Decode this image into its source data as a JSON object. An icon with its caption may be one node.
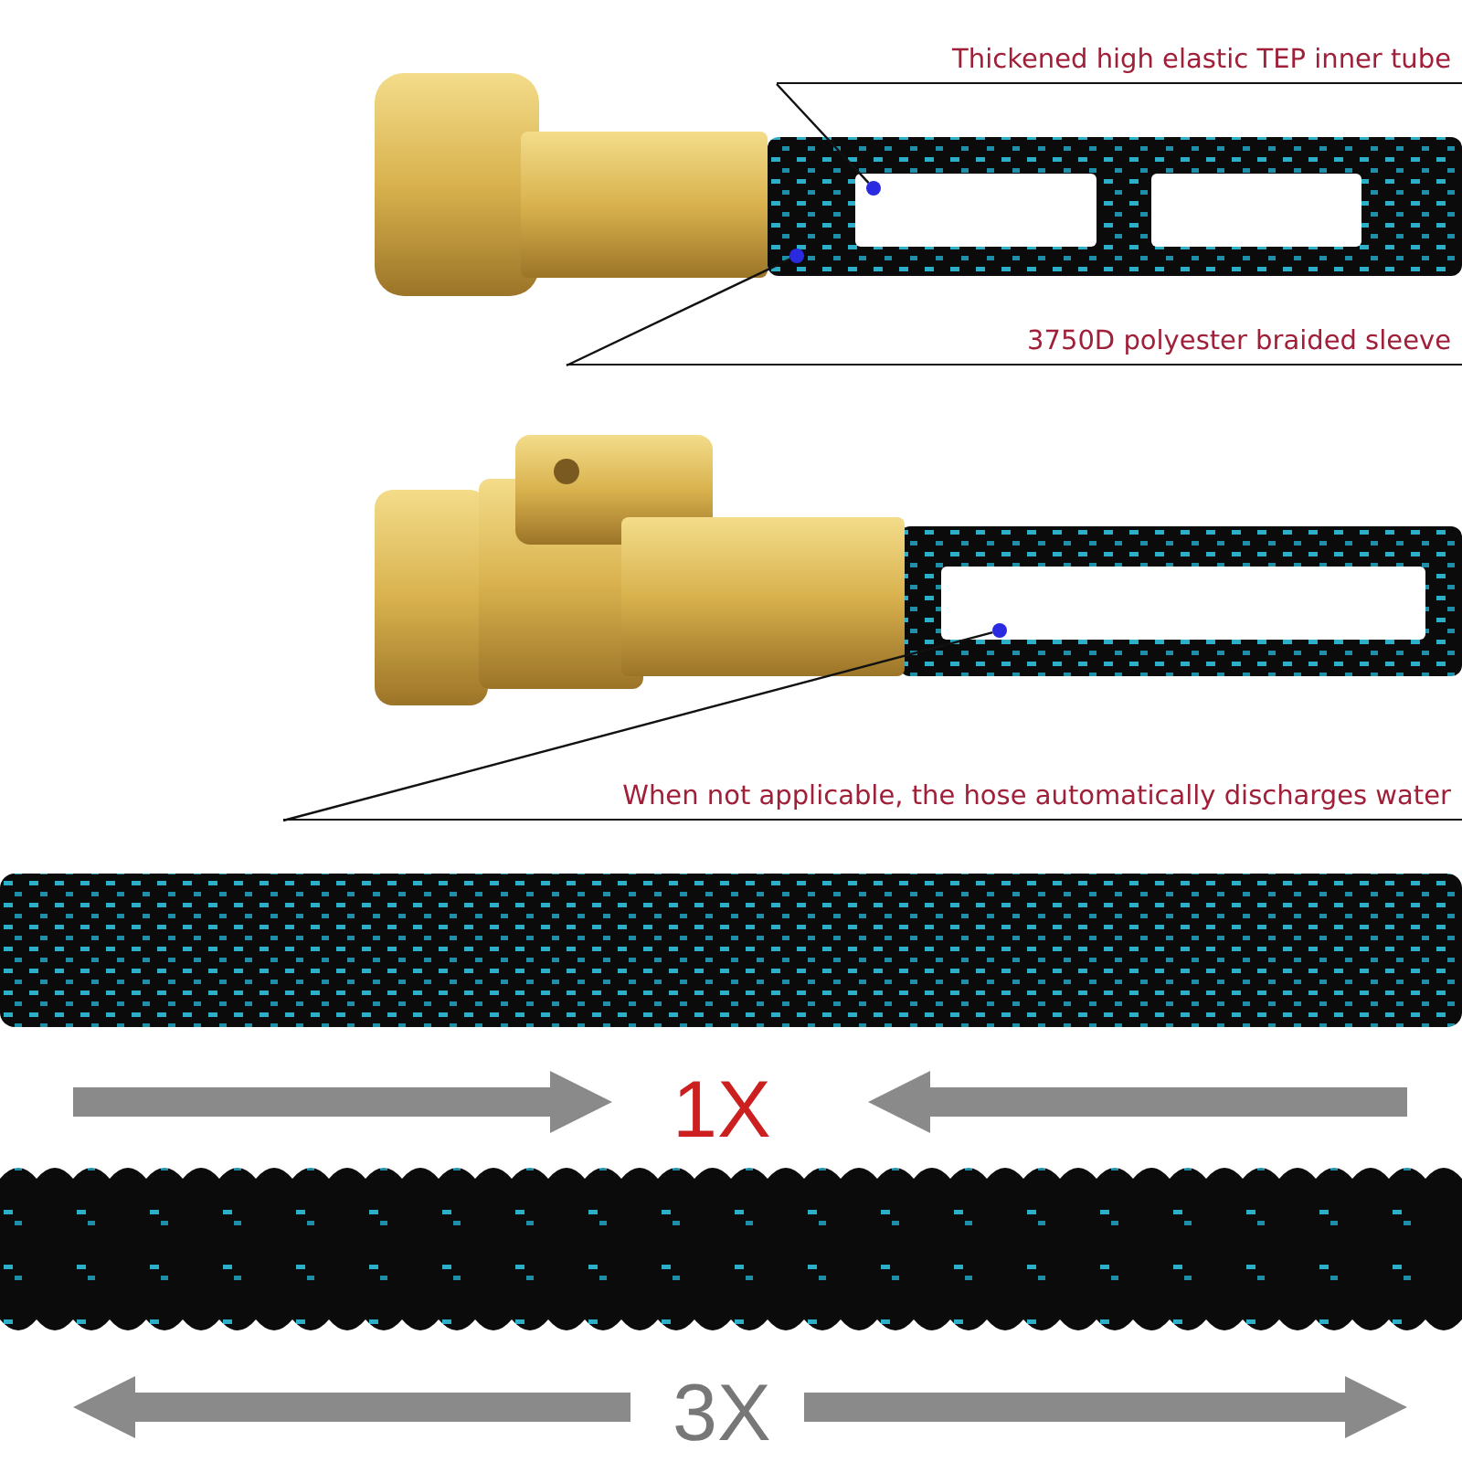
{
  "diagram": {
    "nodes": [
      {
        "text": [
          "Thickened high elastic TEP inner tube"
        ]
      },
      {
        "text": [],
        "shape": "circle"
      },
      {
        "text": [
          "3750D polyester braided sleeve"
        ]
      },
      {
        "text": [],
        "shape": "circle"
      },
      {
        "text": [
          "When not applicable, the hose automatically discharges water"
        ]
      },
      {
        "text": [],
        "shape": "circle"
      }
    ],
    "edges": [
      {
        "from": 0,
        "to": 1,
        "arrow": "none"
      },
      {
        "from": 2,
        "to": 3,
        "arrow": "none"
      },
      {
        "from": 4,
        "to": 5,
        "arrow": "none"
      }
    ],
    "labels": [
      "1X",
      "3X"
    ]
  }
}
